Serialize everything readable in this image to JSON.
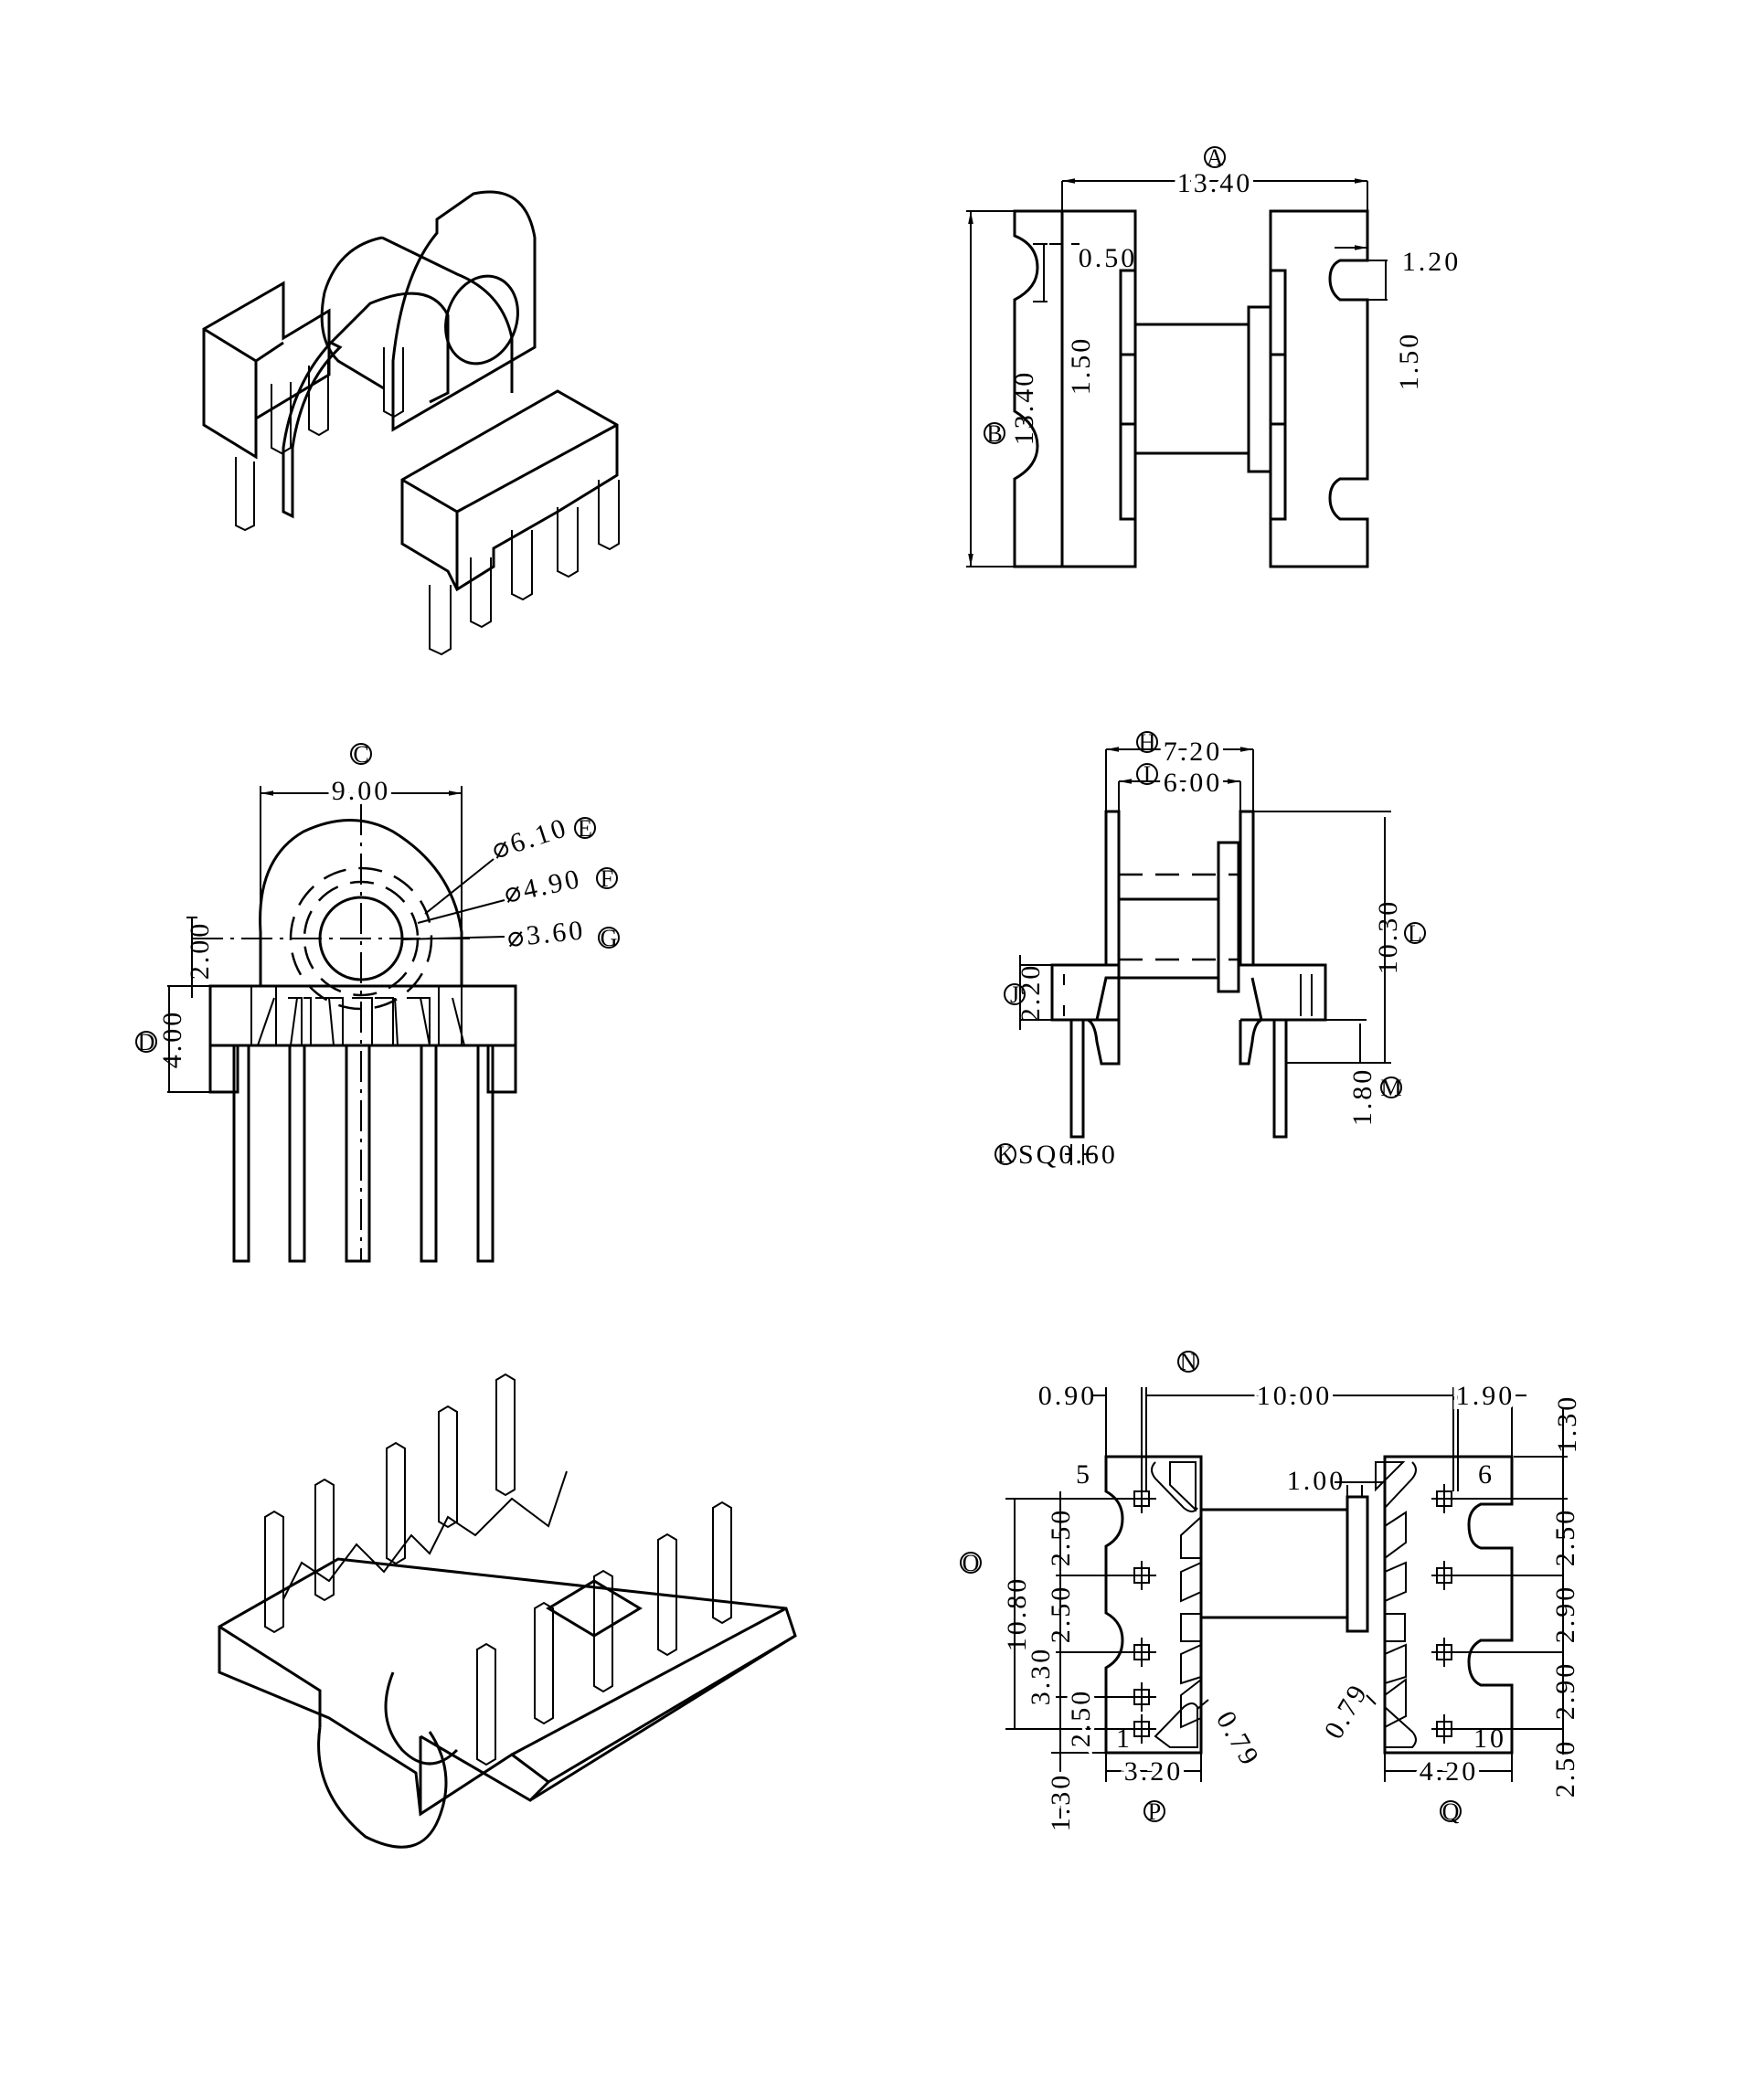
{
  "drawing": {
    "top_view": {
      "labels": {
        "width_ref": "A",
        "height_ref": "B"
      },
      "dims": {
        "width": "13.40",
        "height": "13.40",
        "slot_depth_left": "0.50",
        "slot_depth_right": "1.20",
        "slot_h_left": "1.50",
        "slot_h_right": "1.50"
      }
    },
    "front_view": {
      "labels": {
        "width_ref": "C",
        "base_ref": "D",
        "e_ref": "E",
        "f_ref": "F",
        "g_ref": "G"
      },
      "dims": {
        "width": "9.00",
        "center_h": "2.00",
        "base_h": "4.00",
        "dia_e": "⌀6.10",
        "dia_f": "⌀4.90",
        "dia_g": "⌀3.60"
      }
    },
    "side_view": {
      "labels": {
        "h_ref": "H",
        "i_ref": "I",
        "j_ref": "J",
        "k_ref": "K",
        "l_ref": "L",
        "m_ref": "M"
      },
      "dims": {
        "outer": "7.20",
        "inner": "6.00",
        "base_h": "2.20",
        "pin": "SQ0.60",
        "total_h": "10.30",
        "standoff": "1.80"
      }
    },
    "bottom_view": {
      "labels": {
        "n_ref": "N",
        "o_ref": "O",
        "p_ref": "P",
        "q_ref": "Q"
      },
      "dims": {
        "pitch_x": "10.00",
        "left_off": "0.90",
        "right_off": "1.90",
        "top_off": "1.30",
        "bottom_off": "1.30",
        "span": "10.80",
        "flange": "1.00",
        "left_w": "3.20",
        "right_w": "4.20",
        "chamfer_l": "0.79",
        "chamfer_r": "0.79"
      },
      "left_pitches": [
        "2.50",
        "2.50",
        "3.30",
        "2.50"
      ],
      "right_pitches": [
        "2.50",
        "2.90",
        "2.90",
        "2.50"
      ],
      "pins": {
        "p1": "1",
        "p5": "5",
        "p6": "6",
        "p10": "10"
      }
    }
  }
}
